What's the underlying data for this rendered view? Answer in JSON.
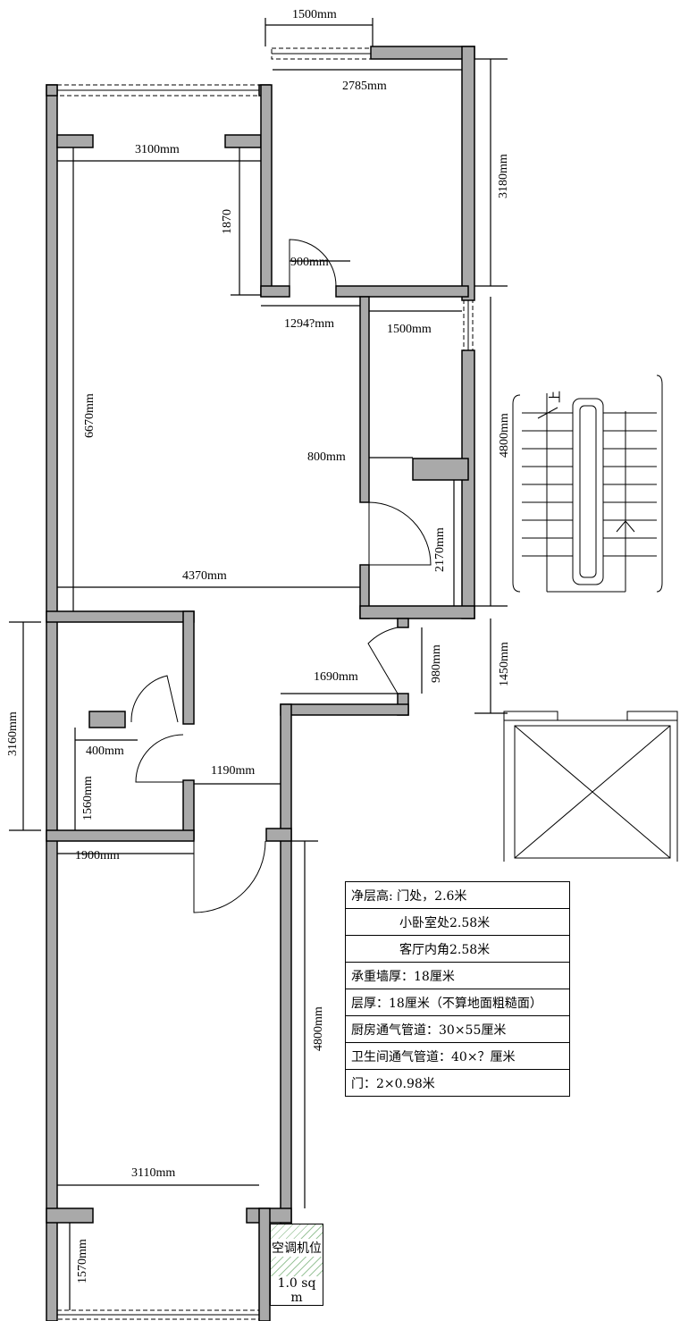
{
  "dimensions": {
    "d1500_top": "1500mm",
    "d2785": "2785mm",
    "d3180": "3180mm",
    "d3100": "3100mm",
    "d1870": "1870",
    "d900": "900mm",
    "d1294": "1294?mm",
    "d1500_mid": "1500mm",
    "d6670": "6670mm",
    "d4800_right": "4800mm",
    "d800": "800mm",
    "d2170": "2170mm",
    "d4370": "4370mm",
    "d1450": "1450mm",
    "d980": "980mm",
    "d1690": "1690mm",
    "d3160": "3160mm",
    "d400": "400mm",
    "d1190": "1190mm",
    "d1560": "1560mm",
    "d1900": "1900mm",
    "d4800_lower": "4800mm",
    "d3110": "3110mm",
    "d1570": "1570mm"
  },
  "stair_label": "上",
  "notes": [
    "净层高: 门处，2.6米",
    "小卧室处2.58米",
    "客厅内角2.58米",
    "承重墙厚：18厘米",
    "层厚：18厘米（不算地面粗糙面）",
    "厨房通气管道：30×55厘米",
    "卫生间通气管道：40×？厘米",
    "门：2×0.98米"
  ],
  "ac_unit": {
    "title": "空调机位",
    "area": "1.0 sq m"
  },
  "colors": {
    "wall_fill": "#a9a9a9",
    "ac_hatch": "#9cc59c"
  }
}
